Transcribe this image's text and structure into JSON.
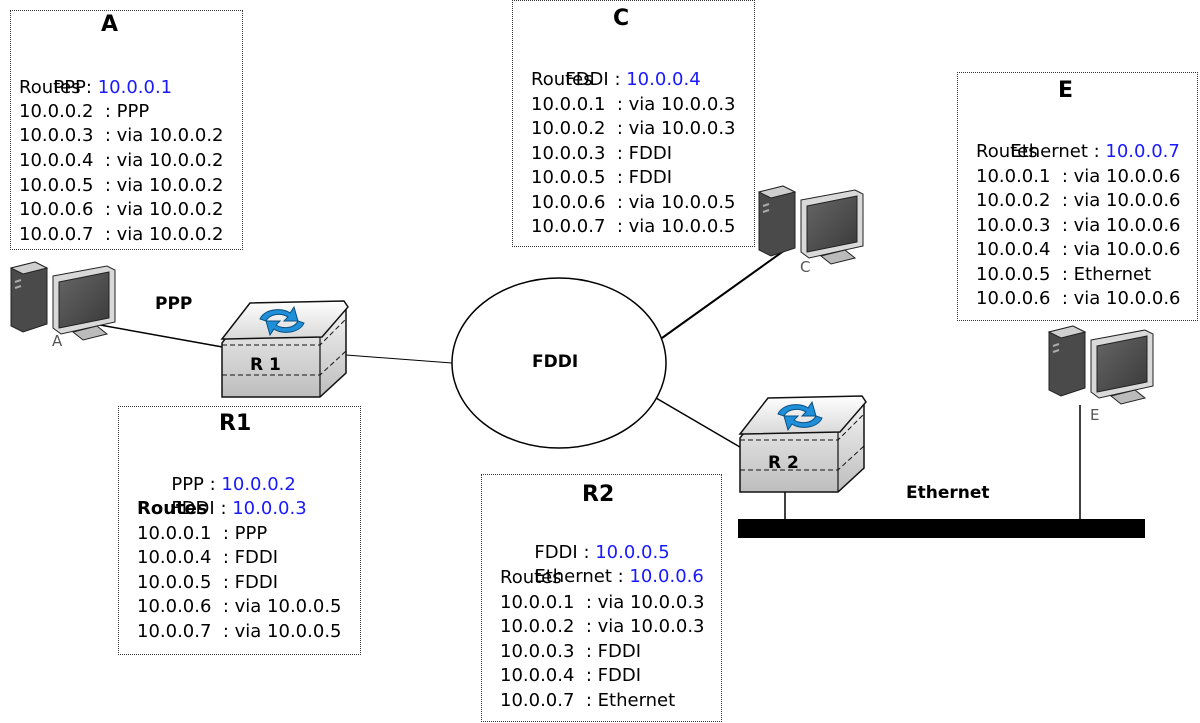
{
  "nodes": {
    "A": {
      "title": "A",
      "iface": {
        "name": "PPP: ",
        "ip": "10.0.0.1"
      },
      "routes_label": "Routes",
      "routes": [
        "10.0.0.2  : PPP",
        "10.0.0.3  : via 10.0.0.2",
        "10.0.0.4  : via 10.0.0.2",
        "10.0.0.5  : via 10.0.0.2",
        "10.0.0.6  : via 10.0.0.2",
        "10.0.0.7  : via 10.0.0.2"
      ]
    },
    "C": {
      "title": "C",
      "iface": {
        "name": "FDDI : ",
        "ip": "10.0.0.4"
      },
      "routes_label": "Routes",
      "routes": [
        "10.0.0.1  : via 10.0.0.3",
        "10.0.0.2  : via 10.0.0.3",
        "10.0.0.3  : FDDI",
        "10.0.0.5  : FDDI",
        "10.0.0.6  : via 10.0.0.5",
        "10.0.0.7  : via 10.0.0.5"
      ]
    },
    "E": {
      "title": "E",
      "iface": {
        "name": "Ethernet : ",
        "ip": "10.0.0.7"
      },
      "routes_label": "Routes",
      "routes": [
        "10.0.0.1  : via 10.0.0.6",
        "10.0.0.2  : via 10.0.0.6",
        "10.0.0.3  : via 10.0.0.6",
        "10.0.0.4  : via 10.0.0.6",
        "10.0.0.5  : Ethernet",
        "10.0.0.6  : via 10.0.0.6"
      ]
    },
    "R1": {
      "title": "R1",
      "iface1": {
        "name": "PPP : ",
        "ip": "10.0.0.2"
      },
      "iface2": {
        "name": "FDDI : ",
        "ip": "10.0.0.3"
      },
      "routes_label": "Routes",
      "routes": [
        "10.0.0.1  : PPP",
        "10.0.0.4  : FDDI",
        "10.0.0.5  : FDDI",
        "10.0.0.6  : via 10.0.0.5",
        "10.0.0.7  : via 10.0.0.5"
      ]
    },
    "R2": {
      "title": "R2",
      "iface1": {
        "name": "FDDI : ",
        "ip": "10.0.0.5"
      },
      "iface2": {
        "name": "Ethernet : ",
        "ip": "10.0.0.6"
      },
      "routes_label": "Routes",
      "routes": [
        "10.0.0.1  : via 10.0.0.3",
        "10.0.0.2  : via 10.0.0.3",
        "10.0.0.3  : FDDI",
        "10.0.0.4  : FDDI",
        "10.0.0.7  : Ethernet"
      ]
    }
  },
  "links": {
    "ppp": "PPP",
    "fddi": "FDDI",
    "ethernet": "Ethernet"
  },
  "devices": {
    "host_a": "A",
    "host_c": "C",
    "host_e": "E",
    "router1": "R 1",
    "router2": "R 2"
  },
  "icons": {
    "host": "desktop-computer-icon",
    "router": "router-icon"
  },
  "colors": {
    "ip": "#1a1aff",
    "router_arrows": "#1e8fd8"
  }
}
